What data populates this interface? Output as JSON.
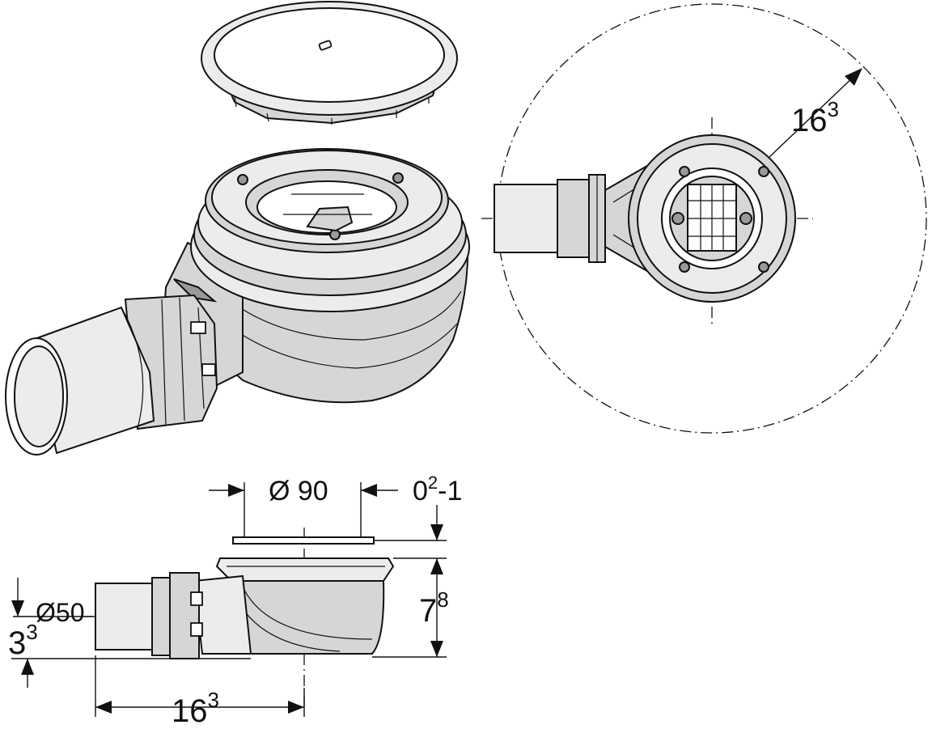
{
  "dimensions": {
    "outlet_length_topview": {
      "base": "16",
      "sup": "3"
    },
    "grate_diameter": "Ø 90",
    "adjust_range": {
      "base": "0",
      "sup": "2",
      "tail": "-1"
    },
    "height": {
      "base": "7",
      "sup": "8"
    },
    "outlet_diameter": "Ø50",
    "outlet_height": {
      "base": "3",
      "sup": "3"
    },
    "outlet_length_side": {
      "base": "16",
      "sup": "3"
    }
  }
}
